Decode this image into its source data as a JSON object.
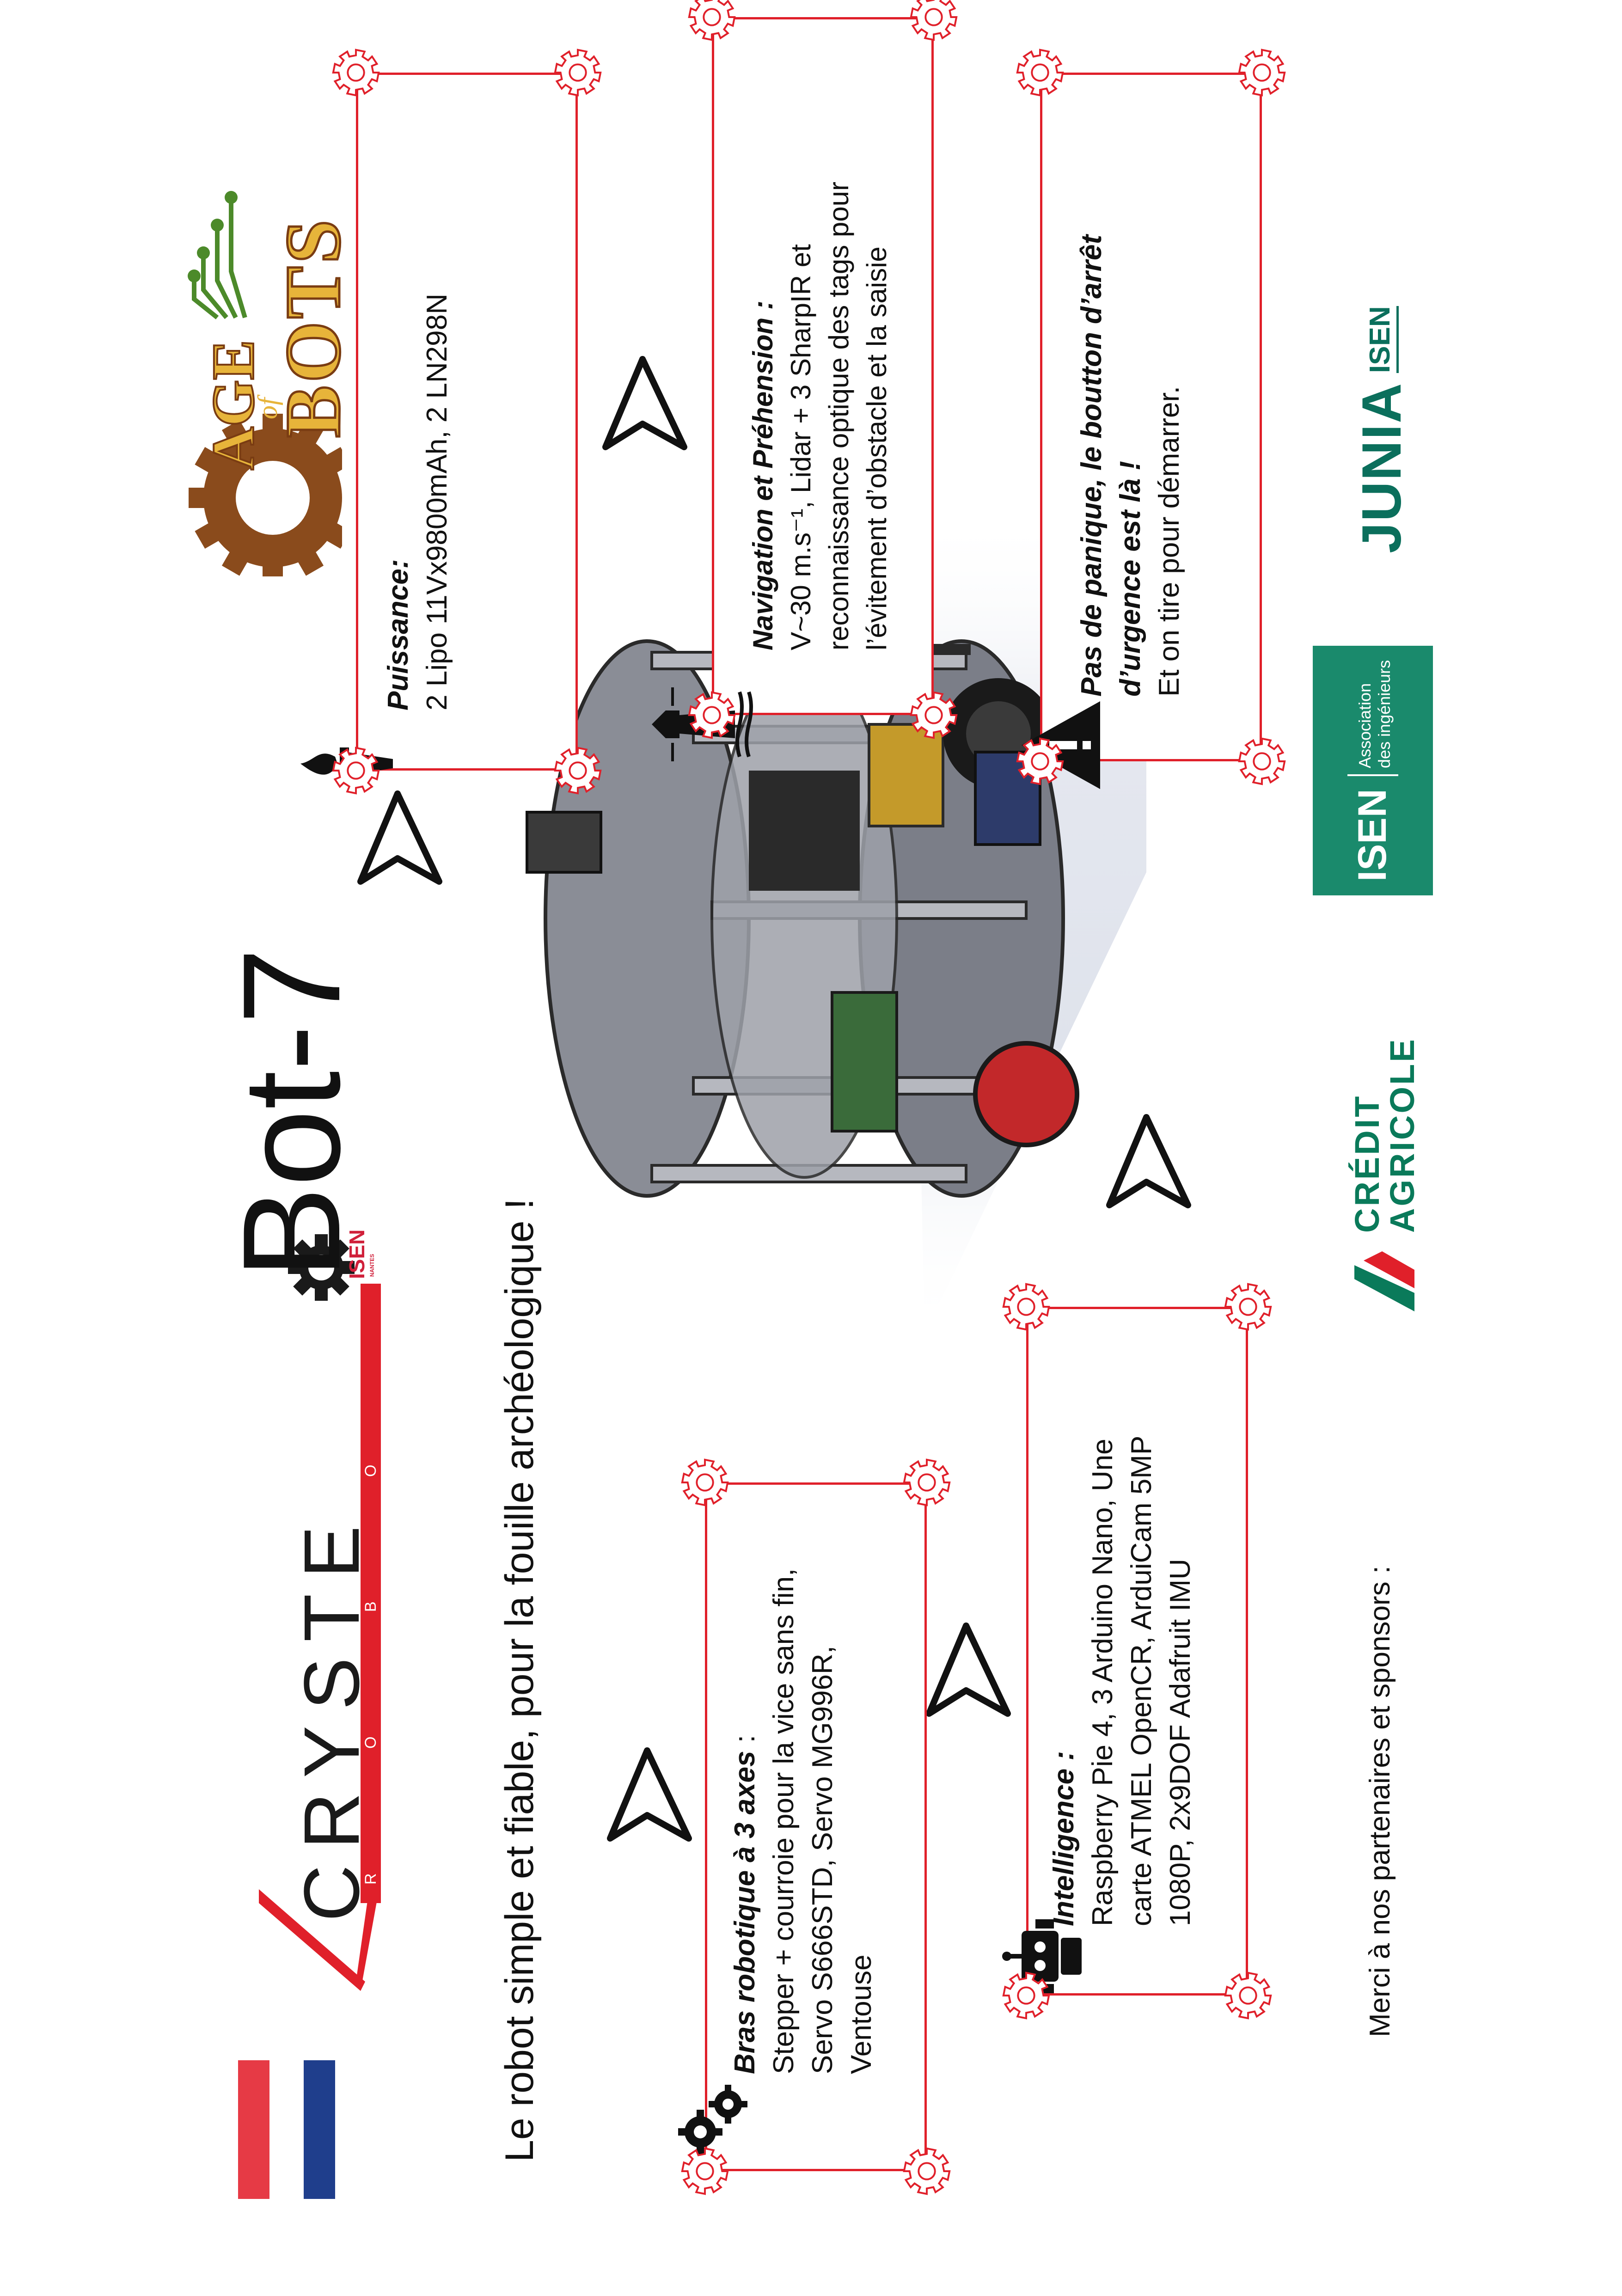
{
  "brand": {
    "team_letters": "CRYSTE",
    "team_sub": "R O B O T I C S",
    "team_tag": "ISEN",
    "team_tag_small": "NANTES"
  },
  "title": "Bot-7",
  "tagline": "Le robot simple et fiable, pour la fouille archéologique !",
  "event_logo": {
    "line1": "AGE",
    "line2": "of",
    "line3": "BOTS"
  },
  "boxes": {
    "power": {
      "heading": "Puissance:",
      "body": "2 Lipo 11Vx9800mAh, 2 LN298N",
      "icon": "torch-icon"
    },
    "navigation": {
      "heading": "Navigation et Préhension :",
      "line1": "V~30 m.s⁻¹, Lidar + 3 SharpIR et",
      "line2": "reconnaissance optique des tags pour",
      "line3": "l’évitement d’obstacle et la saisie",
      "icon": "lighthouse-icon"
    },
    "emergency": {
      "heading1": "Pas de panique, le boutton d’arrêt",
      "heading2": "d’urgence est là !",
      "body": "Et on tire pour démarrer.",
      "icon": "warning-icon"
    },
    "arm": {
      "heading": "Bras robotique à 3 axes",
      "heading_suffix": " :",
      "line1": "Stepper + courroie pour la vice sans fin,",
      "line2": "Servo S666STD, Servo MG996R,",
      "line3": "Ventouse",
      "icon": "gears-icon"
    },
    "intelligence": {
      "heading": "Intelligence :",
      "line1": "Raspberry Pie 4, 3 Arduino Nano, Une",
      "line2": "carte ATMEL OpenCR, ArduiCam 5MP",
      "line3": "1080P, 2x9DOF Adafruit IMU",
      "icon": "robot-icon"
    }
  },
  "sponsors": {
    "thanks": "Merci à nos partenaires et sponsors :",
    "credit_agricole_1": "CRÉDIT",
    "credit_agricole_2": "AGRICOLE",
    "isen_assoc": "ISEN",
    "isen_assoc_sub1": "Association",
    "isen_assoc_sub2": "des ingénieurs",
    "junia": "JUNIA",
    "junia_isen": "ISEN"
  },
  "colors": {
    "frame_red": "#e0202a",
    "flag_blue": "#1f3e8c",
    "flag_red": "#e63a45",
    "ca_green": "#0a7a5a",
    "isen_assoc_green": "#1a8a6c",
    "junia_green": "#0b6f5c",
    "aob_brown": "#8a4b1c",
    "aob_gold": "#e7b43a"
  }
}
